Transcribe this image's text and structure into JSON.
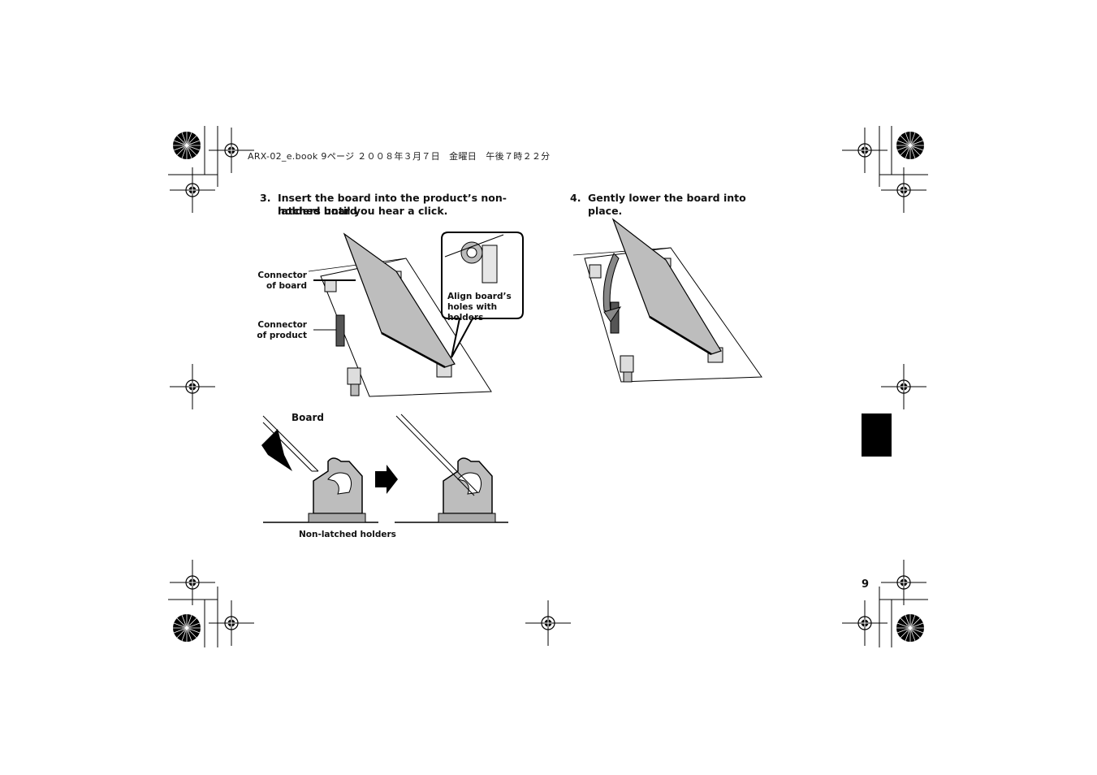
{
  "header": {
    "running_head": "ARX-02_e.book  9ページ  ２００８年３月７日　金曜日　午後７時２２分"
  },
  "steps": [
    {
      "number": "3.",
      "line1": "Insert the board into the product’s non-latched board",
      "line2": "holders until you hear a click."
    },
    {
      "number": "4.",
      "line1": "Gently lower the board into place."
    }
  ],
  "figure_labels": {
    "connector_of_board_1": "Connector",
    "connector_of_board_2": "of board",
    "connector_of_product_1": "Connector",
    "connector_of_product_2": "of product",
    "callout_1": "Align board’s",
    "callout_2": "holes with holders",
    "board": "Board",
    "non_latched_holders": "Non-latched holders"
  },
  "page_number": "9",
  "icons": [
    "registration-mark-icon",
    "color-wheel-icon",
    "arrow-right-icon"
  ]
}
